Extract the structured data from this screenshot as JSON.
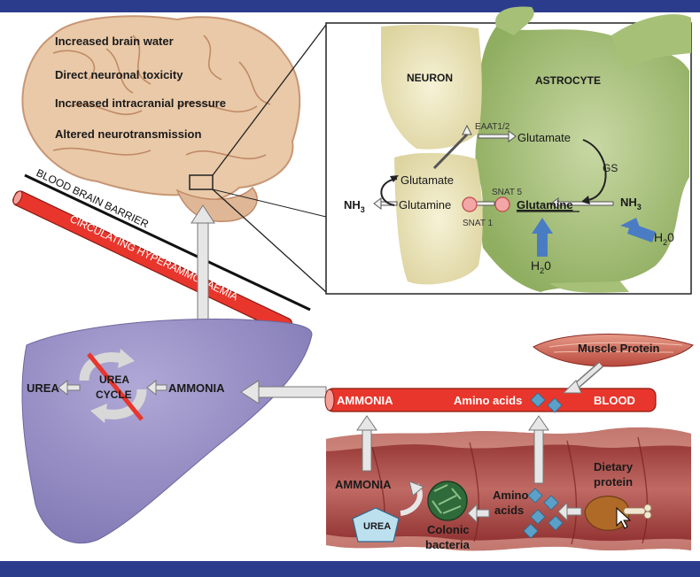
{
  "brain": {
    "effects": [
      "Increased brain water",
      "Direct neuronal toxicity",
      "Increased intracranial pressure",
      "Altered neurotransmission"
    ]
  },
  "barrier": {
    "bbb_label": "BLOOD BRAIN BARRIER",
    "circulating_label": "CIRCULATING HYPERAMMONAEMIA"
  },
  "inset": {
    "neuron": "NEURON",
    "astrocyte": "ASTROCYTE",
    "eaat": "EAAT1/2",
    "glutamate_astro": "Glutamate",
    "gs": "GS",
    "glutamate_neuron": "Glutamate",
    "glutamine_neuron": "Glutamine",
    "glutamine_astro": "Glutamine",
    "snat5": "SNAT 5",
    "snat1": "SNAT 1",
    "nh3": "NH",
    "nh3_sub": "3",
    "water": "H",
    "water_sub": "2",
    "water_end": "0"
  },
  "liver": {
    "urea": "UREA",
    "urea_cycle_1": "UREA",
    "urea_cycle_2": "CYCLE",
    "ammonia": "AMMONIA"
  },
  "blood": {
    "ammonia": "AMMONIA",
    "amino": "Amino acids",
    "blood": "BLOOD"
  },
  "muscle": {
    "label": "Muscle Protein"
  },
  "gut": {
    "ammonia": "AMMONIA",
    "urea": "UREA",
    "colonic_1": "Colonic",
    "colonic_2": "bacteria",
    "amino_1": "Amino",
    "amino_2": "acids",
    "dietary_1": "Dietary",
    "dietary_2": "protein"
  },
  "colors": {
    "frame": "#2c3c8c",
    "red": "#e8362c",
    "liver": "#9a92c4",
    "astrocyte": "#a8c07c",
    "neuron": "#ece6bc",
    "arrow_gray": "#e6e6e6",
    "water_arrow": "#4a7cc4",
    "diamond": "#5aa0c8"
  }
}
